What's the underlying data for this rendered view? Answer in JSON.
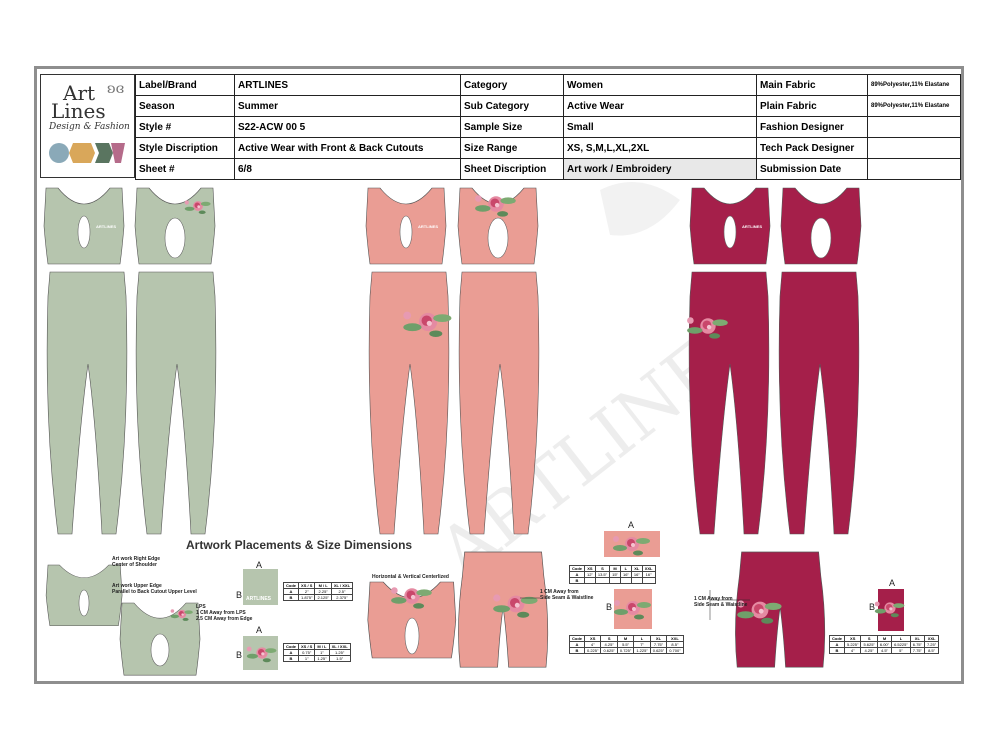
{
  "logo": {
    "line1": "Art",
    "line2": "Lines",
    "tagline": "Design & Fashion",
    "swatches": [
      "#8aa9b8",
      "#d9a75a",
      "#5a7560",
      "#b56b8a"
    ]
  },
  "spec": {
    "rows": [
      [
        "Label/Brand",
        "ARTLINES",
        "Category",
        "Women",
        "Main Fabric",
        "89%Polyester,11% Elastane"
      ],
      [
        "Season",
        "Summer",
        "Sub Category",
        "Active Wear",
        "Plain Fabric",
        "89%Polyester,11% Elastane"
      ],
      [
        "Style #",
        "S22-ACW 00 5",
        "Sample Size",
        "Small",
        "Fashion Designer",
        ""
      ],
      [
        "Style Discription",
        "Active Wear with Front & Back Cutouts",
        "Size Range",
        "XS, S,M,L,XL,2XL",
        "Tech Pack Designer",
        ""
      ],
      [
        "Sheet #",
        "6/8",
        "Sheet Discription",
        "Art work / Embroidery",
        "Submission Date",
        ""
      ]
    ]
  },
  "colorways": {
    "sage": "#b6c5ae",
    "peach": "#ea9d94",
    "berry": "#a51f4a"
  },
  "brand_print": "ARTLINES",
  "watermark": "ARTLINES",
  "placements_title": "Artwork Placements & Size Dimensions",
  "notes": {
    "shoulder": [
      "Art work Right Edge",
      "Center of Shoulder"
    ],
    "upper_edge": [
      "Art work Upper Edge",
      "Parallel to Back Cutout Upper Level"
    ],
    "lps": [
      "LPS",
      "1 CM Away from LPS",
      "2.5 CM Away from Edge"
    ],
    "centerlized": "Horizontal & Vertical Centerlized",
    "peach_side": [
      "1 CM Away from",
      "Side Seam & Waistline"
    ],
    "berry_side": [
      "1 CM Away from",
      "Side Seam & Waistline"
    ]
  },
  "labels": {
    "a": "A",
    "b": "B"
  },
  "size_tables": {
    "sage_top": {
      "header": [
        "Code",
        "XS / S",
        "M / L",
        "XL / XXL"
      ],
      "rows": [
        [
          "A",
          "2\"",
          "2.25\"",
          "2.5\""
        ],
        [
          "B",
          "1.875\"",
          "2.125\"",
          "2.375\""
        ]
      ]
    },
    "sage_bottom": {
      "header": [
        "Code",
        "XS / S",
        "M / L",
        "XL / XXL"
      ],
      "rows": [
        [
          "A",
          "0.75\"",
          "1\"",
          "1.25\""
        ],
        [
          "B",
          "1\"",
          "1.25\"",
          "1.5\""
        ]
      ]
    },
    "peach_top": {
      "header": [
        "Code",
        "XS",
        "S",
        "M",
        "L",
        "XL",
        "XXL"
      ],
      "rows": [
        [
          "A",
          "12\"",
          "13.5\"",
          "15\"",
          "16\"",
          "16\"",
          "16\""
        ],
        [
          "B",
          "",
          "",
          "",
          "",
          "",
          ""
        ]
      ]
    },
    "peach_bottom": {
      "header": [
        "Code",
        "XS",
        "S",
        "M",
        "L",
        "XL",
        "XXL"
      ],
      "rows": [
        [
          "A",
          "4\"",
          "4.25\"",
          "5.5\"",
          "7\"",
          "7.75\"",
          "8.5\""
        ],
        [
          "B",
          "0.225\"",
          "0.625\"",
          "0.725\"",
          "1.225\"",
          "0.625\"",
          "0.700\""
        ]
      ]
    },
    "berry": {
      "header": [
        "Code",
        "XS",
        "S",
        "M",
        "L",
        "XL",
        "XXL"
      ],
      "rows": [
        [
          "A",
          "5.225\"",
          "5.625\"",
          "6.00\"",
          "6.5225\"",
          "6.75\"",
          "7.25\""
        ],
        [
          "B",
          "4\"",
          "4.25\"",
          "4.5\"",
          "5\"",
          "7.75\"",
          "8.5\""
        ]
      ]
    }
  }
}
